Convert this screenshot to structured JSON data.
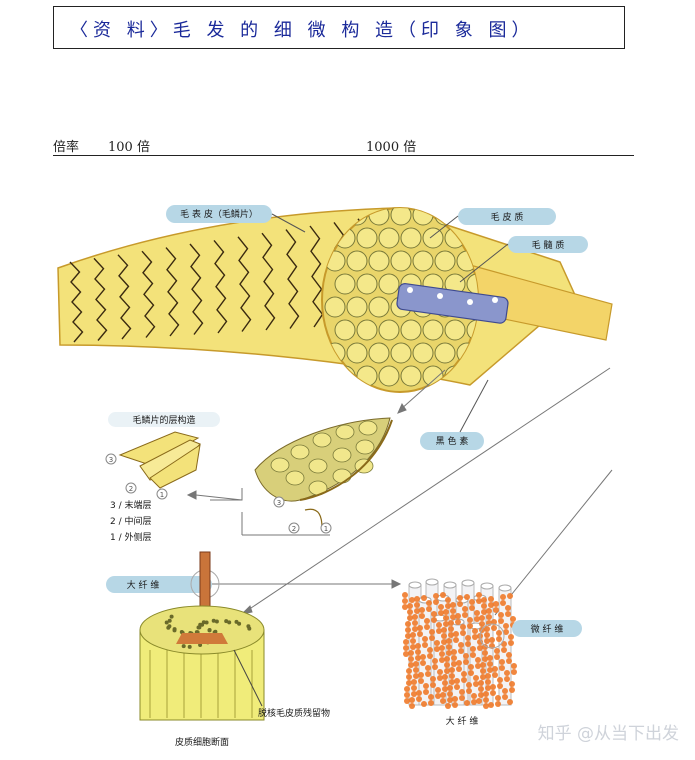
{
  "title": "〈资 料〉毛 发 的 细 微 构 造（印 象 图）",
  "scale": {
    "label": "倍率",
    "low": "100 倍",
    "high": "1000 倍"
  },
  "labels": {
    "cuticle": "毛 表 皮（毛鳞片）",
    "cortex": "毛 皮 质",
    "medulla": "毛 髓 质",
    "melanin": "黑 色 素",
    "cuticle_layers_title": "毛鳞片的层构造",
    "layer_3": "3 / 末端层",
    "layer_2": "2 / 中间层",
    "layer_1": "1 / 外侧层",
    "macrofibril_pill": "大 纤 维",
    "microfibril_pill": "微 纤 维",
    "macrofibril_caption": "大 纤 维",
    "nucleus_remnant": "脱核毛皮质残留物",
    "cortex_cell_section": "皮质细胞断面"
  },
  "numbers": {
    "n1": "1",
    "n2": "2",
    "n3": "3"
  },
  "colors": {
    "hair_yellow": "#f3e27a",
    "hair_edge": "#c79a2b",
    "medulla_blue": "#8a96cc",
    "pill_blue": "#b7d7e6",
    "fibril_orange": "#f07a2a",
    "title_blue": "#1b2a9a"
  },
  "watermark": "知乎 @从当下出发"
}
